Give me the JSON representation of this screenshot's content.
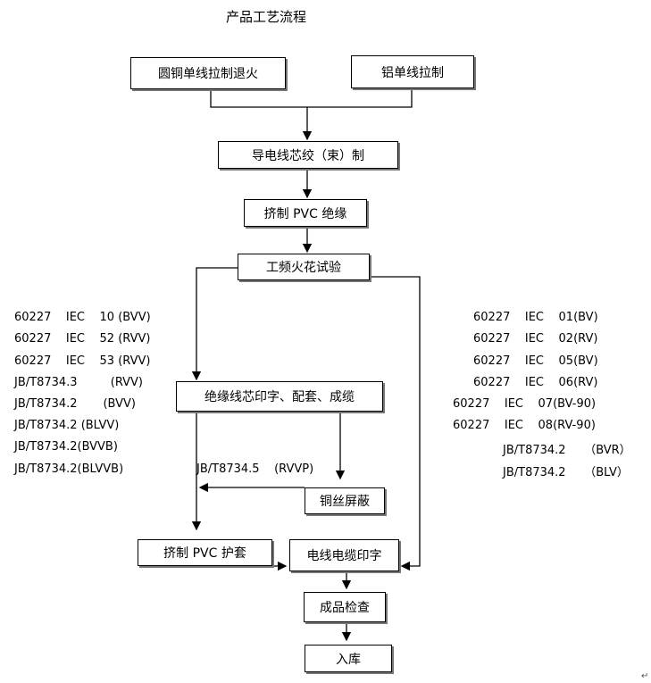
{
  "title": "产品工艺流程",
  "boxes": {
    "b1": "圆铜单线拉制退火",
    "b2": "铝单线拉制",
    "b3": "导电线芯绞（束）制",
    "b4": "挤制 PVC 绝缘",
    "b5": "工频火花试验",
    "b6": "绝缘线芯印字、配套、成缆",
    "b7": "铜丝屏蔽",
    "b8": "挤制 PVC 护套",
    "b9": "电线电缆印字",
    "b10": "成品检查",
    "b11": "入库"
  },
  "left_standards": [
    "60227    IEC    10 (BVV)",
    "60227    IEC    52 (RVV)",
    "60227    IEC    53 (RVV)",
    "JB/T8734.3         (RVV)",
    "JB/T8734.2       (BVV)",
    "JB/T8734.2 (BLVV)",
    "JB/T8734.2(BVVB)",
    "JB/T8734.2(BLVVB)"
  ],
  "mid_standard": "JB/T8734.5    (RVVP)",
  "right_standards": [
    "60227    IEC    01(BV)",
    "60227    IEC    02(RV)",
    "60227    IEC    05(BV)",
    "60227    IEC    06(RV)",
    "60227    IEC    07(BV-90)",
    "60227    IEC    08(RV-90)",
    "JB/T8734.2     （BVR）",
    "JB/T8734.2     （BLV）"
  ],
  "return_mark": "↵"
}
